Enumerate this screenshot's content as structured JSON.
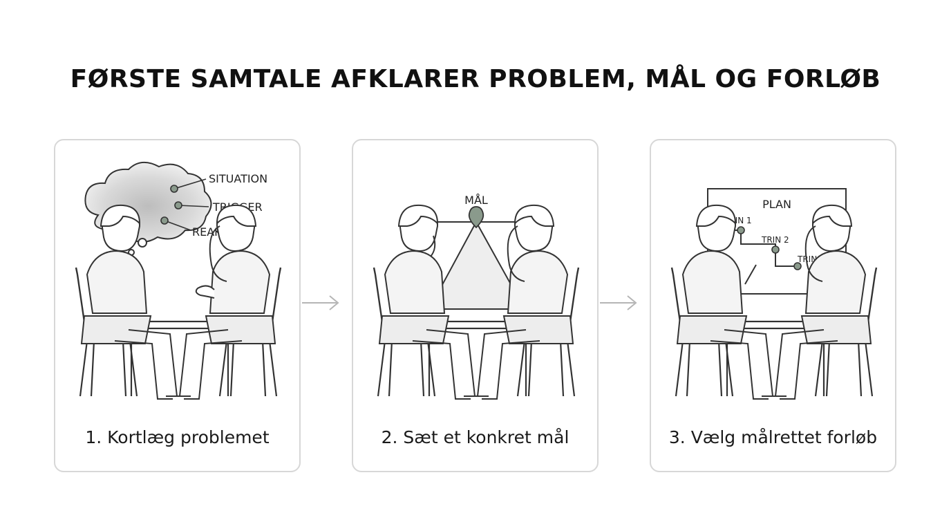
{
  "title": "FØRSTE SAMTALE AFKLARER PROBLEM, MÅL OG FORLØB",
  "steps": [
    {
      "caption": "1. Kortlæg problemet",
      "labels": {
        "situation": "SITUATION",
        "trigger": "TRIGGER",
        "reaktion": "REAKTION"
      }
    },
    {
      "caption": "2. Sæt et konkret mål",
      "labels": {
        "goal": "MÅL"
      }
    },
    {
      "caption": "3. Vælg målrettet forløb",
      "labels": {
        "plan": "PLAN",
        "trin1": "TRIN 1",
        "trin2": "TRIN 2",
        "trin3": "TRIN 3"
      }
    }
  ],
  "colors": {
    "accent": "#8a9a8c",
    "line": "#333333",
    "fill": "#eeeeee",
    "border": "#d7d7d7"
  }
}
